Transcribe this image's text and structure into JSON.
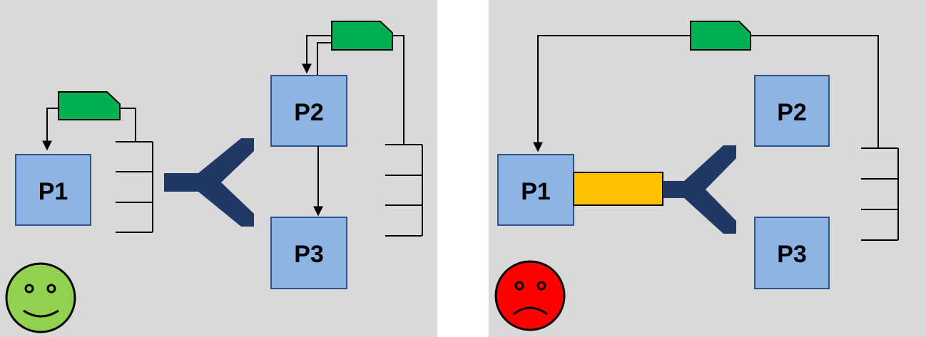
{
  "left_panel": {
    "processes": {
      "p1": "P1",
      "p2": "P2",
      "p3": "P3"
    },
    "face": "happy"
  },
  "right_panel": {
    "processes": {
      "p1": "P1",
      "p2": "P2",
      "p3": "P3"
    },
    "face": "sad"
  },
  "colors": {
    "panel_bg": "#d9d9d9",
    "process_fill": "#8eb4e3",
    "process_stroke": "#2f528f",
    "tag_fill": "#00b050",
    "fork_arrow": "#1f3864",
    "channel_bar": "#ffc000",
    "happy_face": "#92d050",
    "sad_face": "#ff0000"
  },
  "icons": [
    "message-tag-icon",
    "fork-arrow-icon",
    "queue-icon",
    "happy-face-icon",
    "sad-face-icon"
  ]
}
